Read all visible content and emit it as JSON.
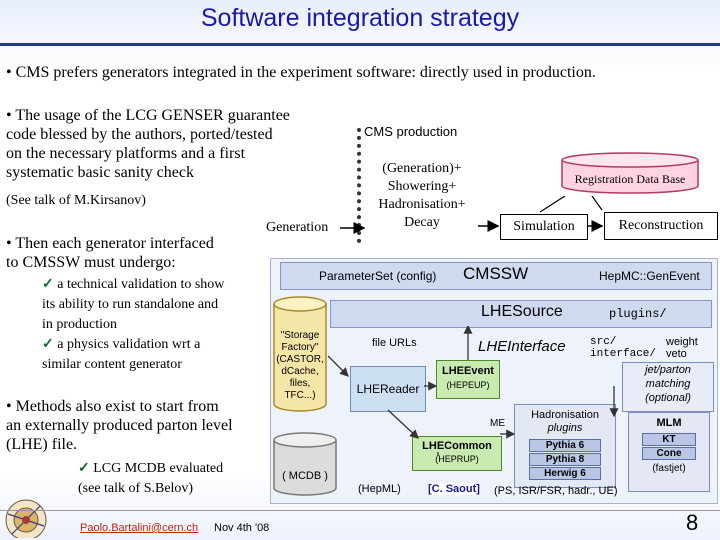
{
  "title": "Software integration strategy",
  "bullets": {
    "b1": "• CMS prefers generators integrated in the experiment software: directly used in production.",
    "b2_lines": [
      "• The usage of the LCG GENSER guarantee",
      "code blessed by the authors, ported/tested",
      "on the necessary platforms and a first",
      "systematic basic sanity check"
    ],
    "b2_note": "(See talk of M.Kirsanov)",
    "b3_lines": [
      "• Then each generator interfaced",
      "to CMSSW must undergo:"
    ],
    "b3_sub": [
      {
        "lines": [
          "a technical validation to show",
          "its ability to run standalone and",
          "in production"
        ]
      },
      {
        "lines": [
          "a physics validation wrt a",
          "similar content generator"
        ]
      }
    ],
    "b4_lines": [
      "• Methods also exist to start from",
      "an externally produced parton level",
      "(LHE) file."
    ],
    "b4_sub": [
      "LCG MCDB evaluated",
      "(see talk of S.Belov)"
    ],
    "check_mark": "✓"
  },
  "flow": {
    "production_label": "CMS production",
    "generation": "Generation",
    "shower_lines": [
      "(Generation)+",
      "Showering+",
      "Hadronisation+",
      "Decay"
    ],
    "simulation": "Simulation",
    "reconstruction": "Reconstruction",
    "registration_db": "Registration Data Base"
  },
  "cmssw_diagram": {
    "parameter_set": "ParameterSet (config)",
    "cmssw": "CMSSW",
    "hepmc": "HepMC::GenEvent",
    "lhesource": "LHESource",
    "plugins": "plugins/",
    "storage_lines": [
      "\"Storage",
      "Factory\"",
      "(CASTOR,",
      "dCache,",
      "files,",
      "TFC...)"
    ],
    "file_urls": "file URLs",
    "lheinterface": "LHEInterface",
    "src_interface_lines": [
      "src/",
      "interface/"
    ],
    "weight_veto_lines": [
      "weight",
      "veto"
    ],
    "lheevent": "LHEEvent",
    "hepeup": "(HEPEUP)",
    "lhereader": "LHEReader",
    "jet_matching_lines": [
      "jet/parton",
      "matching",
      "(optional)"
    ],
    "me": "ME",
    "hadronisation_lines": [
      "Hadronisation",
      "plugins"
    ],
    "lhecommon": "LHECommon",
    "heprup": "(HEPRUP)",
    "pythia6": "Pythia 6",
    "pythia8": "Pythia 8",
    "herwig6": "Herwig 6",
    "mlm": "MLM",
    "kt": "KT",
    "cone": "Cone",
    "fastjet": "(fastjet)",
    "mcdb": "( MCDB )",
    "hepml": "(HepML)",
    "credit": "[C. Saout]",
    "ps_note": "(PS, ISR/FSR, hadr., UE)"
  },
  "footer": {
    "email": "Paolo.Bartalini@cern.ch",
    "date": "Nov 4th '08",
    "page": "8"
  }
}
